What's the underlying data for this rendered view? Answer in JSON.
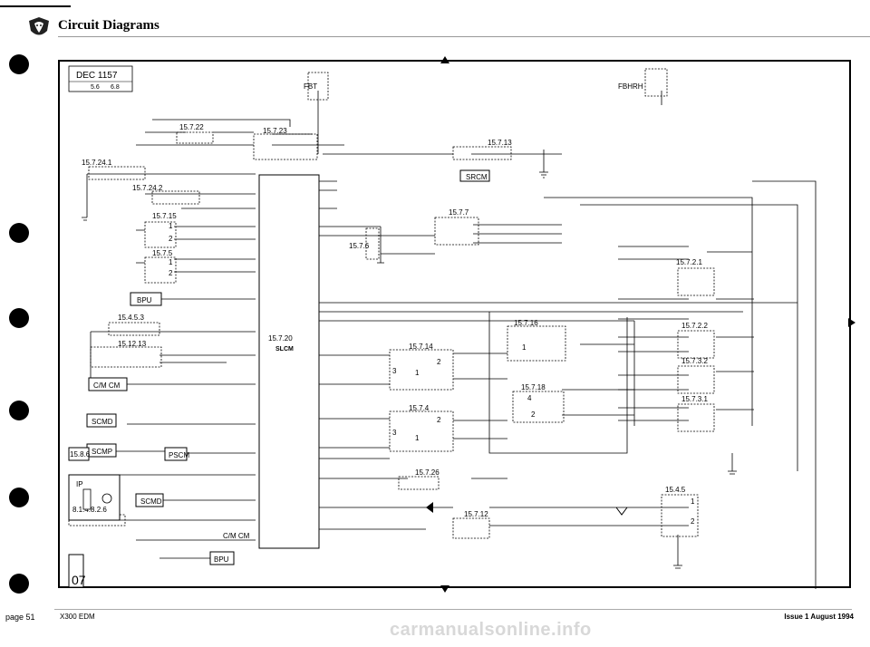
{
  "header": {
    "title": "Circuit Diagrams"
  },
  "stamp": {
    "line1": "DEC 1157",
    "line2": "5.6",
    "line3": "6.8"
  },
  "fig_tag": {
    "top": "07"
  },
  "refs": {
    "r15_7_22": "15.7.22",
    "r15_7_23": "15.7.23",
    "r15_7_13": "15.7.13",
    "r15_7_24_1": "15.7.24.1",
    "r15_7_24_2": "15.7.24.2",
    "r15_7_15": "15.7.15",
    "r15_7_5": "15.7.5",
    "r15_7_7": "15.7.7",
    "r15_7_6": "15.7.6",
    "r15_4_5_3": "15.4.5.3",
    "r15_12_13": "15.12.13",
    "r15_7_20": "15.7.20",
    "r15_7_14": "15.7.14",
    "r15_7_4": "15.7.4",
    "r15_7_16": "15.7.16",
    "r15_7_18": "15.7.18",
    "r15_7_2_1": "15.7.2.1",
    "r15_7_2_2": "15.7.2.2",
    "r15_7_3_2": "15.7.3.2",
    "r15_7_3_1": "15.7.3.1",
    "r15_8_6": "15.8.6",
    "r15_7_26": "15.7.26",
    "r15_7_12": "15.7.12",
    "r15_4_5": "15.4.5",
    "r8_1_4_8_2_6": "8.1.4.8.2.6"
  },
  "modules": {
    "fbt": "FBT",
    "fbhrh": "FBHRH",
    "srcm": "SRCM",
    "bpu": "BPU",
    "slcm": "SLCM",
    "cmcm": "C/M CM",
    "scmd": "SCMD",
    "scmp": "SCMP",
    "pscm": "PSCM",
    "ip": "IP",
    "bpu2": "BPU"
  },
  "footer": {
    "page": "page 51",
    "doc": "X300 EDM",
    "issue": "Issue 1 August 1994",
    "watermark": "carmanualsonline.info"
  }
}
